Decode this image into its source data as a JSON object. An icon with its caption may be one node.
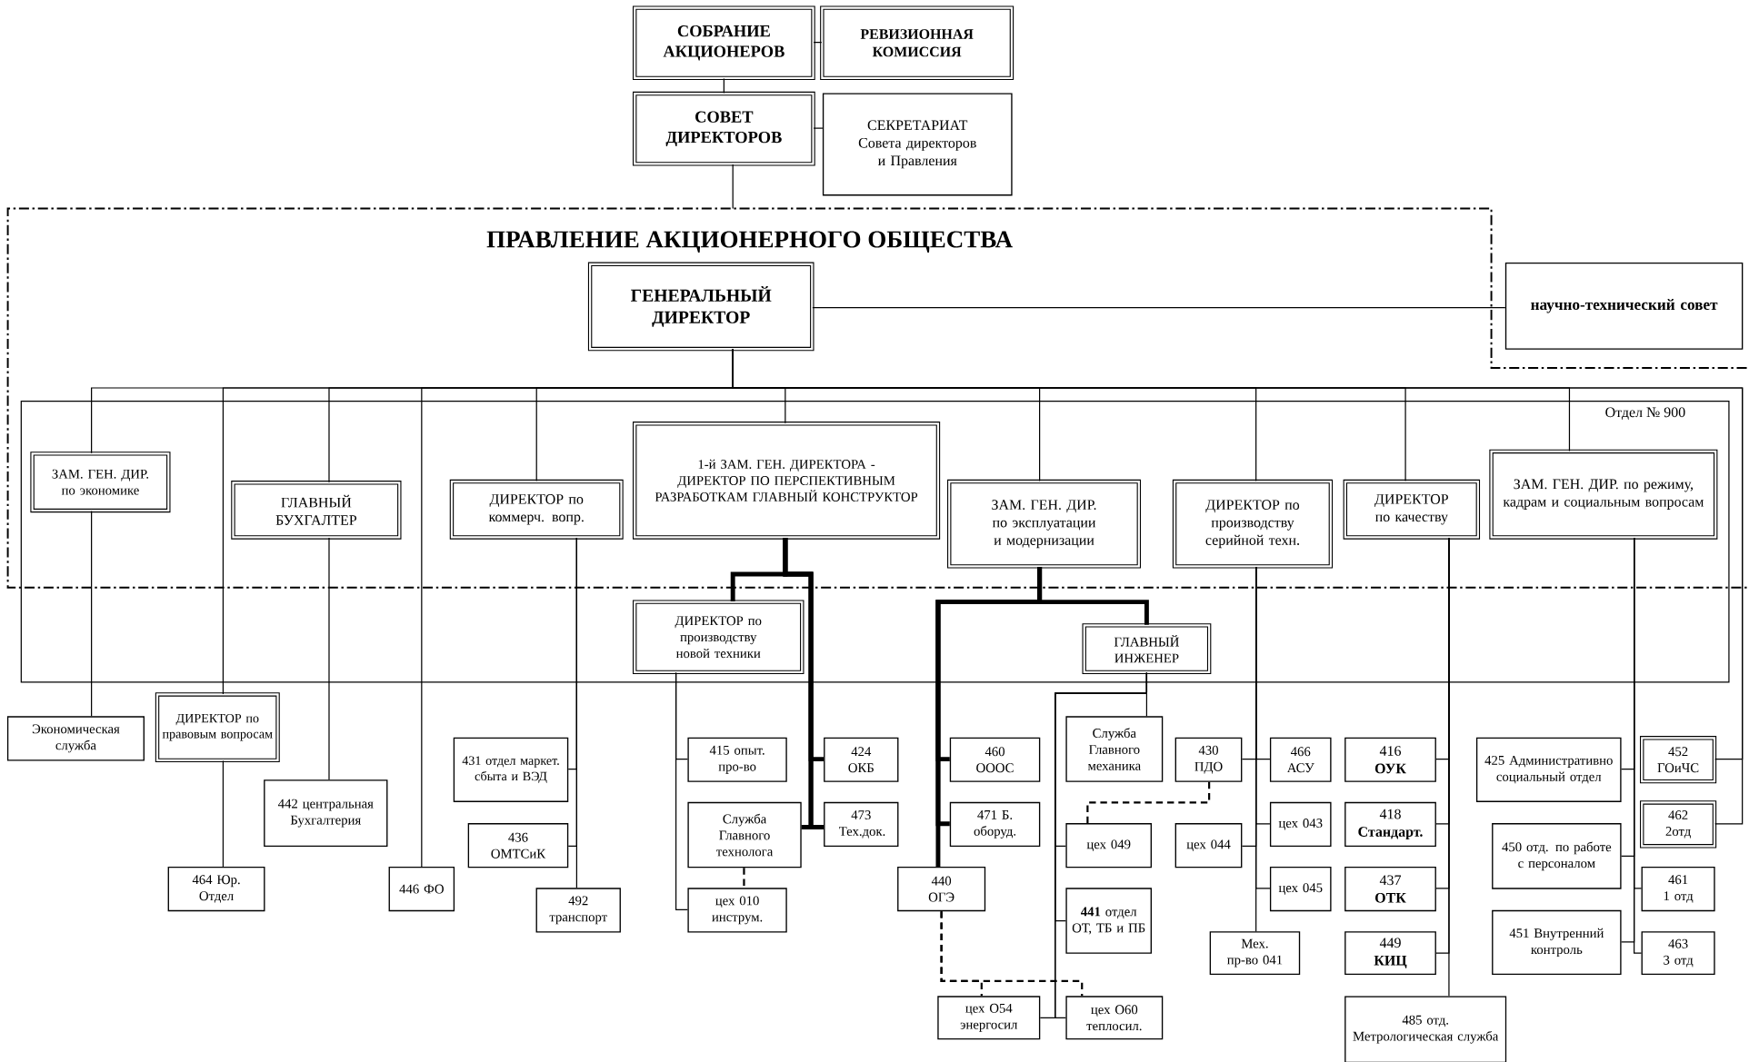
{
  "diagram": {
    "title": "ПРАВЛЕНИЕ  АКЦИОНЕРНОГО  ОБЩЕСТВА",
    "nodes": [
      {
        "text": [
          "СОБРАНИЕ АКЦИОНЕРОВ"
        ]
      },
      {
        "text": [
          "РЕВИЗИОННАЯ КОМИССИЯ"
        ]
      },
      {
        "text": [
          "СОВЕТ ДИРЕКТОРОВ"
        ]
      },
      {
        "text": [
          "СЕКРЕТАРИАТ",
          "Совета директоров и Правления"
        ]
      },
      {
        "text": [
          "ГЕНЕРАЛЬНЫЙ ДИРЕКТОР"
        ]
      },
      {
        "text": [
          "научно-технический совет"
        ]
      },
      {
        "text": [
          "Отдел № 900"
        ]
      },
      {
        "text": [
          "ЗАМ. ГЕН. ДИР. по экономике"
        ],
        "in": 6
      },
      {
        "text": [
          "ГЛАВНЫЙ БУХГАЛТЕР"
        ],
        "in": 6
      },
      {
        "text": [
          "ДИРЕКТОР по коммерч. вопр."
        ],
        "in": 6
      },
      {
        "text": [
          "1-й ЗАМ. ГЕН. ДИРЕКТОРА - ДИРЕКТОР ПО ПЕРСПЕКТИВНЫМ РАЗРАБОТКАМ ГЛАВНЫЙ КОНСТРУКТОР"
        ],
        "in": 6
      },
      {
        "text": [
          "ЗАМ. ГЕН. ДИР. по эксплуатации и модернизации"
        ],
        "in": 6
      },
      {
        "text": [
          "ДИРЕКТОР по производству серийной техн."
        ],
        "in": 6
      },
      {
        "text": [
          "ДИРЕКТОР по качеству"
        ],
        "in": 6
      },
      {
        "text": [
          "ЗАМ. ГЕН. ДИР. по режиму, кадрам и социальным вопросам"
        ],
        "in": 6
      },
      {
        "text": [
          "ДИРЕКТОР по производству новой техники"
        ],
        "in": 6
      },
      {
        "text": [
          "ГЛАВНЫЙ ИНЖЕНЕР"
        ],
        "in": 6
      },
      {
        "text": [
          "Экономическая служба"
        ]
      },
      {
        "text": [
          "ДИРЕКТОР по правовым вопросам"
        ]
      },
      {
        "text": [
          "442 центральная Бухгалтерия"
        ]
      },
      {
        "text": [
          "464 Юр. Отдел"
        ]
      },
      {
        "text": [
          "446 ФО"
        ]
      },
      {
        "text": [
          "431 отдел маркет. сбыта и ВЭД"
        ]
      },
      {
        "text": [
          "436 ОМТСиК"
        ]
      },
      {
        "text": [
          "492 транспорт"
        ]
      },
      {
        "text": [
          "415 опыт. про-во"
        ]
      },
      {
        "text": [
          "424 ОКБ"
        ]
      },
      {
        "text": [
          "Служба Главного технолога"
        ]
      },
      {
        "text": [
          "473 Тех.док."
        ]
      },
      {
        "text": [
          "цех 010 инструм."
        ]
      },
      {
        "text": [
          "460 ОООС"
        ]
      },
      {
        "text": [
          "471 Б. оборуд."
        ]
      },
      {
        "text": [
          "440 ОГЭ"
        ]
      },
      {
        "text": [
          "Служба Главного механика"
        ]
      },
      {
        "text": [
          "430 ПДО"
        ]
      },
      {
        "text": [
          "466 АСУ"
        ]
      },
      {
        "text": [
          "цех 049"
        ]
      },
      {
        "text": [
          "цех 044"
        ]
      },
      {
        "text": [
          "цех 043"
        ]
      },
      {
        "text": [
          "**441** отдел ОТ, ТБ и ПБ"
        ]
      },
      {
        "text": [
          "цех 045"
        ]
      },
      {
        "text": [
          "Мех. пр-во 041"
        ]
      },
      {
        "text": [
          "цех О54 энергосил"
        ]
      },
      {
        "text": [
          "цех О60 теплосил."
        ]
      },
      {
        "text": [
          "416 **ОУК**"
        ]
      },
      {
        "text": [
          "418 **Стандарт.**"
        ]
      },
      {
        "text": [
          "437 **ОТК**"
        ]
      },
      {
        "text": [
          "449 **КИЦ**"
        ]
      },
      {
        "text": [
          "485 отд. Метрологическая служба"
        ]
      },
      {
        "text": [
          "425 Административно социальный отдел"
        ]
      },
      {
        "text": [
          "452 ГОиЧС"
        ]
      },
      {
        "text": [
          "462 2отд"
        ]
      },
      {
        "text": [
          "450 отд. по работе с персоналом"
        ]
      },
      {
        "text": [
          "461 1 отд"
        ]
      },
      {
        "text": [
          "451 Внутренний контроль"
        ]
      },
      {
        "text": [
          "463 3 отд"
        ]
      }
    ],
    "edges": [
      {
        "from": 0,
        "to": 1,
        "arrow": "none"
      },
      {
        "from": 0,
        "to": 2,
        "arrow": "none"
      },
      {
        "from": 2,
        "to": 3,
        "arrow": "none"
      },
      {
        "from": 2,
        "to": null,
        "arrow": "none"
      },
      {
        "from": 4,
        "to": 5,
        "arrow": "none"
      },
      {
        "from": 4,
        "to": 7,
        "arrow": "none"
      },
      {
        "from": 4,
        "to": 18,
        "arrow": "none"
      },
      {
        "from": 4,
        "to": 8,
        "arrow": "none"
      },
      {
        "from": 4,
        "to": 21,
        "arrow": "none"
      },
      {
        "from": 4,
        "to": 9,
        "arrow": "none"
      },
      {
        "from": 4,
        "to": 10,
        "arrow": "none"
      },
      {
        "from": 4,
        "to": 11,
        "arrow": "none"
      },
      {
        "from": 4,
        "to": 12,
        "arrow": "none"
      },
      {
        "from": 4,
        "to": 13,
        "arrow": "none"
      },
      {
        "from": 4,
        "to": 14,
        "arrow": "none"
      },
      {
        "from": 4,
        "to": 50,
        "arrow": "none"
      },
      {
        "from": 4,
        "to": 51,
        "arrow": "none"
      },
      {
        "from": 7,
        "to": 17,
        "arrow": "none"
      },
      {
        "from": 18,
        "to": 20,
        "arrow": "none"
      },
      {
        "from": 8,
        "to": 19,
        "arrow": "none"
      },
      {
        "from": 9,
        "to": 22,
        "arrow": "none"
      },
      {
        "from": 9,
        "to": 23,
        "arrow": "none"
      },
      {
        "from": 9,
        "to": 24,
        "arrow": "none"
      },
      {
        "from": 10,
        "to": 15,
        "arrow": "none",
        "style": "thick"
      },
      {
        "from": 10,
        "to": 26,
        "arrow": "none",
        "style": "thick"
      },
      {
        "from": 10,
        "to": 28,
        "arrow": "none",
        "style": "thick"
      },
      {
        "from": 10,
        "to": 27,
        "arrow": "none",
        "style": "thick"
      },
      {
        "from": 15,
        "to": 25,
        "arrow": "none"
      },
      {
        "from": 15,
        "to": 29,
        "arrow": "none"
      },
      {
        "from": 27,
        "to": 29,
        "arrow": "none",
        "style": "dashed"
      },
      {
        "from": 11,
        "to": 16,
        "arrow": "none",
        "style": "thick"
      },
      {
        "from": 11,
        "to": 30,
        "arrow": "none",
        "style": "thick"
      },
      {
        "from": 11,
        "to": 31,
        "arrow": "none",
        "style": "thick"
      },
      {
        "from": 11,
        "to": 32,
        "arrow": "none",
        "style": "thick"
      },
      {
        "from": 16,
        "to": 33,
        "arrow": "none"
      },
      {
        "from": 16,
        "to": 36,
        "arrow": "none"
      },
      {
        "from": 16,
        "to": 39,
        "arrow": "none"
      },
      {
        "from": 16,
        "to": 42,
        "arrow": "none"
      },
      {
        "from": 16,
        "to": 43,
        "arrow": "none"
      },
      {
        "from": 32,
        "to": 42,
        "arrow": "none",
        "style": "dashed"
      },
      {
        "from": 32,
        "to": 43,
        "arrow": "none",
        "style": "dashed"
      },
      {
        "from": 34,
        "to": 36,
        "arrow": "none",
        "style": "dashed"
      },
      {
        "from": 12,
        "to": 34,
        "arrow": "none"
      },
      {
        "from": 12,
        "to": 35,
        "arrow": "none"
      },
      {
        "from": 12,
        "to": 37,
        "arrow": "none"
      },
      {
        "from": 12,
        "to": 38,
        "arrow": "none"
      },
      {
        "from": 12,
        "to": 40,
        "arrow": "none"
      },
      {
        "from": 12,
        "to": 41,
        "arrow": "none"
      },
      {
        "from": 13,
        "to": 44,
        "arrow": "none"
      },
      {
        "from": 13,
        "to": 45,
        "arrow": "none"
      },
      {
        "from": 13,
        "to": 46,
        "arrow": "none"
      },
      {
        "from": 13,
        "to": 47,
        "arrow": "none"
      },
      {
        "from": 13,
        "to": 48,
        "arrow": "none"
      },
      {
        "from": 14,
        "to": 49,
        "arrow": "none"
      },
      {
        "from": 14,
        "to": 52,
        "arrow": "none"
      },
      {
        "from": 14,
        "to": 53,
        "arrow": "none"
      },
      {
        "from": 14,
        "to": 54,
        "arrow": "none"
      },
      {
        "from": 14,
        "to": 55,
        "arrow": "none"
      }
    ]
  }
}
